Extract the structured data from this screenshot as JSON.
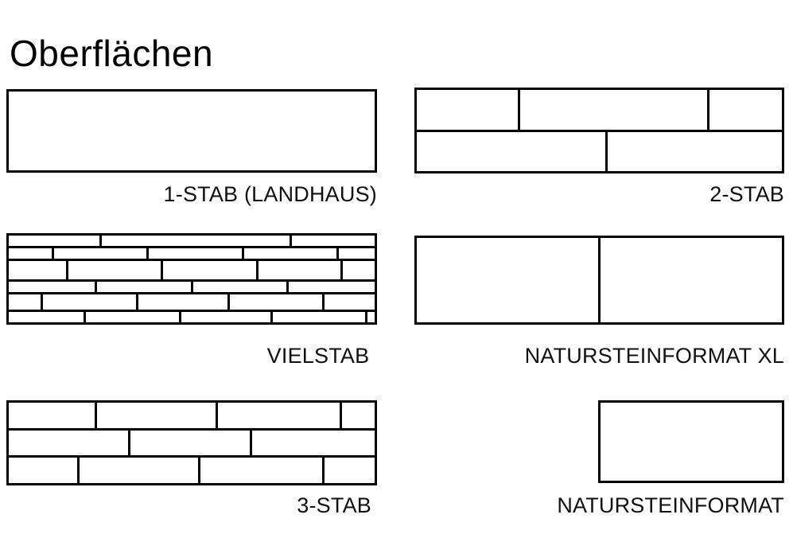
{
  "page": {
    "title": "Oberflächen",
    "background_color": "#ffffff",
    "line_color": "#000000",
    "text_color": "#111111"
  },
  "patterns": [
    {
      "id": "1stab",
      "label": "1-STAB (LANDHAUS)",
      "label_align": "right",
      "rows": [
        {
          "height": 1,
          "planks": [
            1
          ]
        }
      ]
    },
    {
      "id": "2stab",
      "label": "2-STAB",
      "label_align": "right",
      "rows": [
        {
          "height": 1,
          "planks": [
            28,
            52,
            20
          ]
        },
        {
          "height": 1,
          "planks": [
            52,
            48
          ]
        }
      ]
    },
    {
      "id": "vielstab",
      "label": "VIELSTAB",
      "label_align": "center",
      "rows": [
        {
          "height": 15,
          "planks": [
            25,
            52,
            23
          ]
        },
        {
          "height": 15,
          "planks": [
            12,
            26,
            26,
            26,
            10
          ]
        },
        {
          "height": 26,
          "planks": [
            16,
            26,
            26,
            23,
            9
          ]
        },
        {
          "height": 15,
          "planks": [
            24,
            26,
            26,
            24
          ]
        },
        {
          "height": 22,
          "planks": [
            9,
            26,
            25,
            26,
            14
          ]
        },
        {
          "height": 15,
          "planks": [
            21,
            26,
            25,
            26,
            2
          ]
        }
      ]
    },
    {
      "id": "nsfxl",
      "label": "NATURSTEINFORMAT XL",
      "label_align": "right",
      "rows": [
        {
          "height": 1,
          "planks": [
            50,
            50
          ]
        }
      ]
    },
    {
      "id": "3stab",
      "label": "3-STAB",
      "label_align": "right",
      "rows": [
        {
          "height": 1,
          "planks": [
            24,
            33,
            34,
            9
          ]
        },
        {
          "height": 1,
          "planks": [
            33,
            33,
            34
          ]
        },
        {
          "height": 1,
          "planks": [
            19,
            33,
            34,
            14
          ]
        }
      ]
    },
    {
      "id": "nsf",
      "label": "NATURSTEINFORMAT",
      "label_align": "right",
      "rows": [
        {
          "height": 1,
          "planks": [
            1
          ]
        }
      ]
    }
  ]
}
